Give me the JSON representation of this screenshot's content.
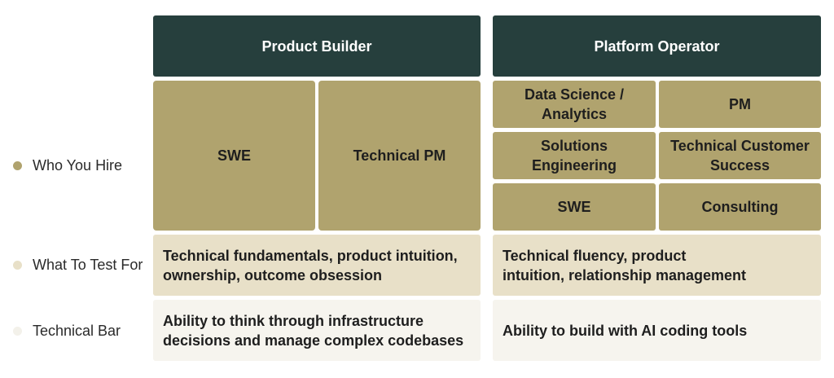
{
  "columns": {
    "product_builder": {
      "title": "Product Builder",
      "roles": [
        "SWE",
        "Technical PM"
      ],
      "test_for": "Technical fundamentals, product intuition, ownership, outcome obsession",
      "technical_bar": "Ability to think through infrastructure decisions and manage complex codebases"
    },
    "platform_operator": {
      "title": "Platform Operator",
      "roles": [
        "Data Science / Analytics",
        "PM",
        "Solutions Engineering",
        "Technical Customer Success",
        "SWE",
        "Consulting"
      ],
      "test_for": "Technical fluency, product intuition, relationship management",
      "technical_bar": "Ability to build with AI coding tools"
    }
  },
  "rows": [
    {
      "label": "Who You Hire",
      "dot_color": "#b0a36e"
    },
    {
      "label": "What To Test For",
      "dot_color": "#e8e0c8"
    },
    {
      "label": "Technical Bar",
      "dot_color": "#f3f1ea"
    }
  ],
  "colors": {
    "header": "#263f3d",
    "role": "#b0a36e",
    "test_for": "#e8e0c8",
    "technical_bar": "#f6f4ee"
  }
}
